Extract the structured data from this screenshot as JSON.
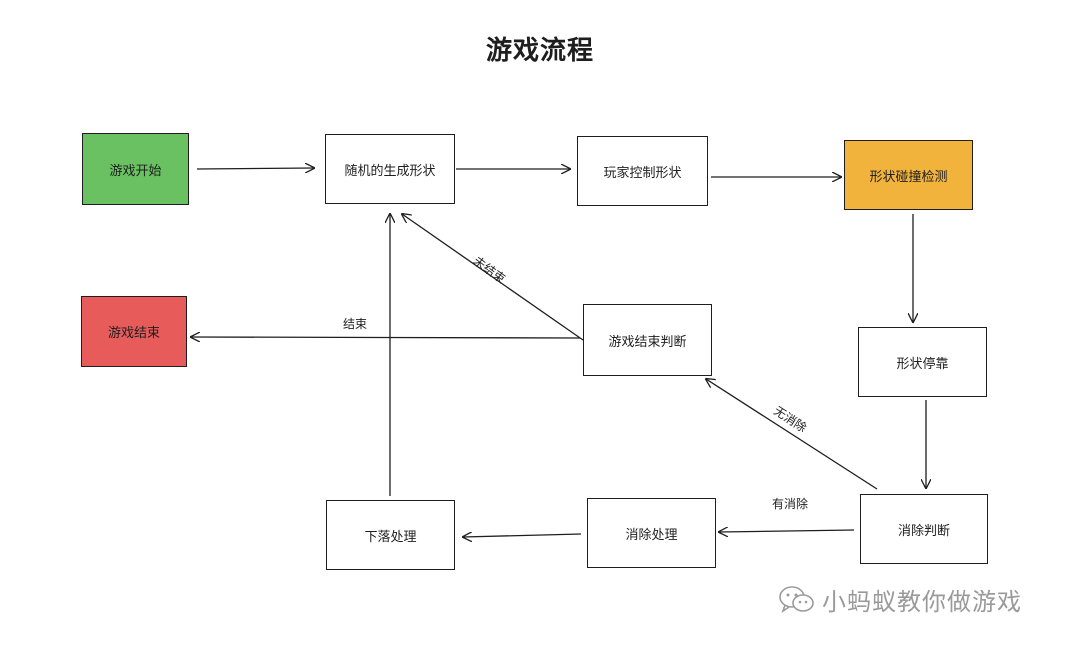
{
  "title": "游戏流程",
  "nodes": {
    "start": "游戏开始",
    "generate": "随机的生成形状",
    "control": "玩家控制形状",
    "collision": "形状碰撞检测",
    "dock": "形状停靠",
    "clear_check": "消除判断",
    "clear_process": "消除处理",
    "fall": "下落处理",
    "end_check": "游戏结束判断",
    "end": "游戏结束"
  },
  "edge_labels": {
    "not_ended": "未结束",
    "ended": "结束",
    "no_clear": "无消除",
    "has_clear": "有消除"
  },
  "watermark": {
    "text": "小蚂蚁教你做游戏",
    "icon": "wechat-icon"
  },
  "colors": {
    "start": "#6ac162",
    "collision": "#f2b33c",
    "end": "#e85b5b"
  }
}
